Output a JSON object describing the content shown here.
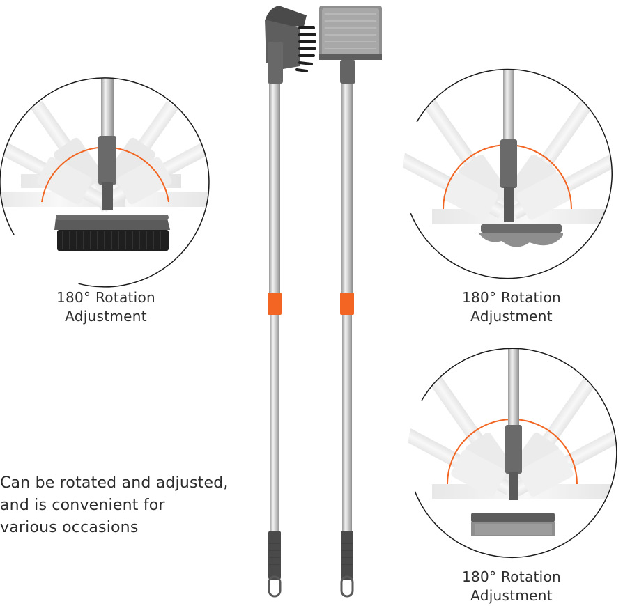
{
  "product": {
    "colors": {
      "accent_orange": "#f26522",
      "head_gray": "#5f5f5f",
      "pole_steel": "#c9c9c9",
      "grip_dark": "#4a4a4a",
      "pad_gray": "#8c8c8c"
    }
  },
  "captions": {
    "brush_detail": {
      "line1": "180° Rotation",
      "line2": "Adjustment"
    },
    "mop_detail_top": {
      "line1": "180° Rotation",
      "line2": "Adjustment"
    },
    "mop_detail_bottom": {
      "line1": "180° Rotation",
      "line2": "Adjustment"
    }
  },
  "feature_text": {
    "line1": "Can be rotated and adjusted,",
    "line2": "and is convenient for",
    "line3": "various occasions"
  }
}
